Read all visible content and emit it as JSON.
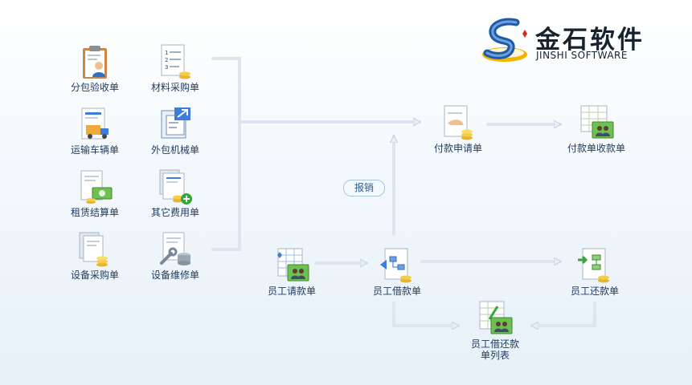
{
  "logo": {
    "name_cn": "金石软件",
    "name_en": "JINSHI SOFTWARE"
  },
  "nodes": {
    "subcontract_acceptance": "分包验收单",
    "material_purchase": "材料采购单",
    "transport_vehicle": "运输车辆单",
    "outsourced_machinery": "外包机械单",
    "lease_settlement": "租赁结算单",
    "other_expense": "其它费用单",
    "equipment_purchase": "设备采购单",
    "equipment_repair": "设备维修单",
    "payment_request": "付款申请单",
    "payment_receipt": "付款单收款单",
    "employee_request": "员工请款单",
    "employee_borrow": "员工借款单",
    "employee_repay": "员工还款单",
    "borrow_repay_list_line1": "员工借还款",
    "borrow_repay_list_line2": "单列表"
  },
  "reimburse_label": "报销"
}
